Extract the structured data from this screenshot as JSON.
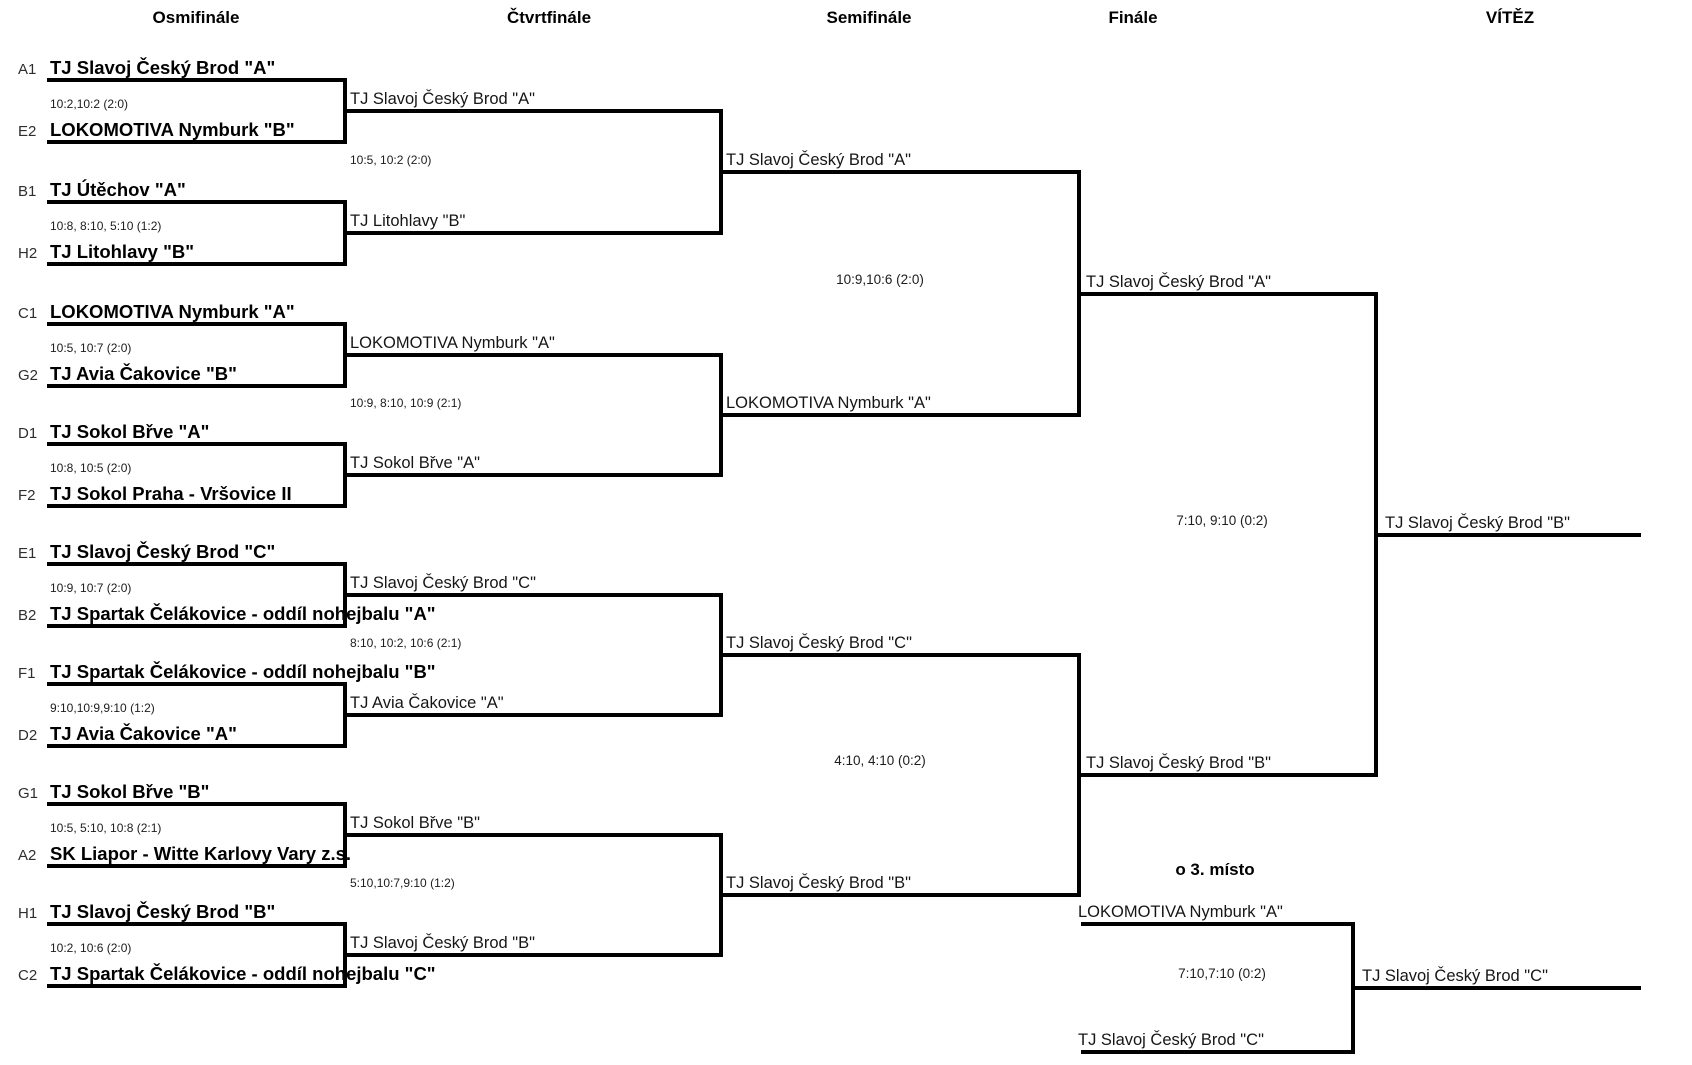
{
  "headers": [
    "Osmifinále",
    "Čtvrtfinále",
    "Semifinále",
    "Finále",
    "VÍTĚZ"
  ],
  "osmifinale": [
    {
      "seed1": "A1",
      "team1": "TJ Slavoj Český Brod \"A\"",
      "score": "10:2,10:2 (2:0)",
      "seed2": "E2",
      "team2": "LOKOMOTIVA Nymburk \"B\""
    },
    {
      "seed1": "B1",
      "team1": "TJ Útěchov \"A\"",
      "score": "10:8, 8:10, 5:10 (1:2)",
      "seed2": "H2",
      "team2": "TJ Litohlavy \"B\""
    },
    {
      "seed1": "C1",
      "team1": "LOKOMOTIVA Nymburk \"A\"",
      "score": "10:5, 10:7 (2:0)",
      "seed2": "G2",
      "team2": "TJ Avia Čakovice \"B\""
    },
    {
      "seed1": "D1",
      "team1": "TJ Sokol Břve \"A\"",
      "score": "10:8, 10:5 (2:0)",
      "seed2": "F2",
      "team2": "TJ Sokol Praha - Vršovice II"
    },
    {
      "seed1": "E1",
      "team1": "TJ Slavoj Český Brod \"C\"",
      "score": "10:9, 10:7 (2:0)",
      "seed2": "B2",
      "team2": "TJ Spartak Čelákovice - oddíl nohejbalu \"A\""
    },
    {
      "seed1": "F1",
      "team1": "TJ Spartak Čelákovice - oddíl nohejbalu \"B\"",
      "score": "9:10,10:9,9:10 (1:2)",
      "seed2": "D2",
      "team2": "TJ Avia Čakovice \"A\""
    },
    {
      "seed1": "G1",
      "team1": "TJ Sokol Břve \"B\"",
      "score": "10:5, 5:10, 10:8 (2:1)",
      "seed2": "A2",
      "team2": "SK Liapor - Witte Karlovy Vary z.s."
    },
    {
      "seed1": "H1",
      "team1": "TJ Slavoj Český Brod \"B\"",
      "score": "10:2, 10:6 (2:0)",
      "seed2": "C2",
      "team2": "TJ Spartak Čelákovice - oddíl nohejbalu \"C\""
    }
  ],
  "ctvrtfinale": [
    {
      "team1": "TJ Slavoj Český Brod \"A\"",
      "score": "10:5, 10:2 (2:0)",
      "team2": "TJ Litohlavy \"B\""
    },
    {
      "team1": "LOKOMOTIVA Nymburk \"A\"",
      "score": "10:9, 8:10, 10:9 (2:1)",
      "team2": "TJ Sokol Břve \"A\""
    },
    {
      "team1": "TJ Slavoj Český Brod \"C\"",
      "score": "8:10, 10:2, 10:6 (2:1)",
      "team2": "TJ Avia Čakovice \"A\""
    },
    {
      "team1": "TJ Sokol Břve \"B\"",
      "score": "5:10,10:7,9:10 (1:2)",
      "team2": "TJ Slavoj Český Brod \"B\""
    }
  ],
  "semifinale": [
    {
      "team1": "TJ Slavoj Český Brod \"A\"",
      "score": "10:9,10:6 (2:0)",
      "team2": "LOKOMOTIVA Nymburk \"A\""
    },
    {
      "team1": "TJ Slavoj Český Brod \"C\"",
      "score": "4:10, 4:10 (0:2)",
      "team2": "TJ Slavoj Český Brod \"B\""
    }
  ],
  "finale": {
    "team1": "TJ Slavoj Český Brod \"A\"",
    "score": "7:10, 9:10 (0:2)",
    "team2": "TJ Slavoj Český Brod \"B\""
  },
  "vitez": "TJ Slavoj Český Brod \"B\"",
  "third_place": {
    "title": "o 3. místo",
    "team1": "LOKOMOTIVA Nymburk \"A\"",
    "score": "7:10,7:10 (0:2)",
    "team2": "TJ Slavoj Český Brod \"C\"",
    "winner": "TJ Slavoj Český Brod \"C\""
  }
}
